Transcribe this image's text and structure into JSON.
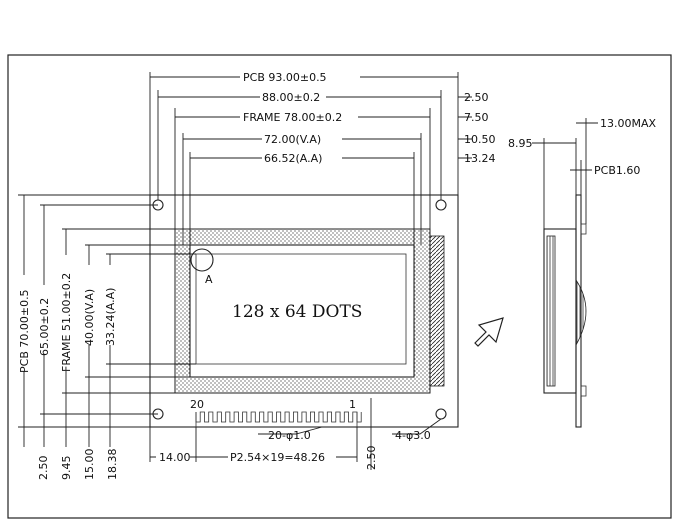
{
  "dimensions": {
    "pcb_width": "PCB 93.00±0.5",
    "width_88": "88.00±0.2",
    "frame_width": "FRAME 78.00±0.2",
    "va_width": "72.00(V.A)",
    "aa_width": "66.52(A.A)",
    "offset_2_50": "2.50",
    "offset_7_50": "7.50",
    "offset_10_50": "10.50",
    "offset_13_24": "13.24",
    "pcb_height": "PCB 70.00±0.5",
    "height_65": "65.00±0.2",
    "frame_height": "FRAME 51.00±0.2",
    "va_height": "40.00(V.A)",
    "aa_height": "33.24(A.A)",
    "bottom_2_50": "2.50",
    "bottom_9_45": "9.45",
    "bottom_15_00": "15.00",
    "bottom_18_38": "18.38",
    "pin_offset": "14.00",
    "pin_pitch": "P2.54×19=48.26",
    "pin_holes": "20-φ1.0",
    "right_2_50": "2.50",
    "mount_holes": "4-φ3.0"
  },
  "display": {
    "resolution": "128 x 64 DOTS",
    "detail_marker": "A",
    "pin_first": "20",
    "pin_last": "1"
  },
  "side_view": {
    "depth_8_95": "8.95",
    "max_thickness": "13.00MAX",
    "pcb_thickness": "PCB1.60"
  }
}
